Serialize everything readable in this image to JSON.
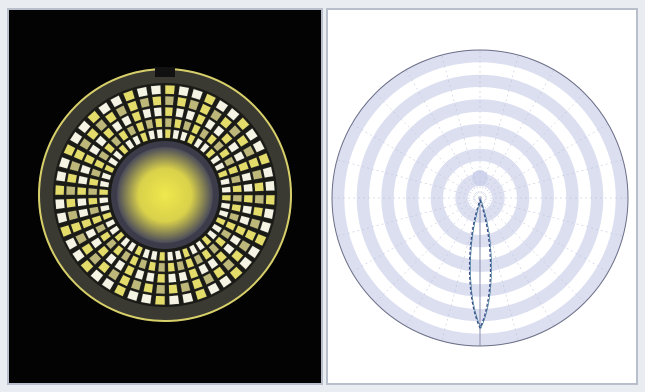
{
  "colors": {
    "window_bg": "#e9ecf1",
    "panel_border": "#b9bfca",
    "left_panel_bg": "#030303",
    "right_panel_bg": "#ffffff",
    "reflector_rim": "#d7cf6a",
    "reflector_ring_dark": "#3a3a32",
    "facet_light": "#f4f3e4",
    "facet_yellow": "#e4dc6a",
    "facet_shadow": "#2b2b26",
    "hot_spot": "#f0e84c",
    "polar_band": "#dcdff0",
    "polar_gap": "#ffffff",
    "polar_outline": "#6a6d86",
    "beam_outline": "#3a4a8a"
  },
  "left_panel": {
    "content": "reflector-render",
    "facet_rings": 5,
    "facets_per_ring": 48
  },
  "right_panel": {
    "content": "polar-intensity-plot",
    "concentric_bands": 6,
    "radial_spokes": 24,
    "beam_lobe": "narrow-downward"
  }
}
